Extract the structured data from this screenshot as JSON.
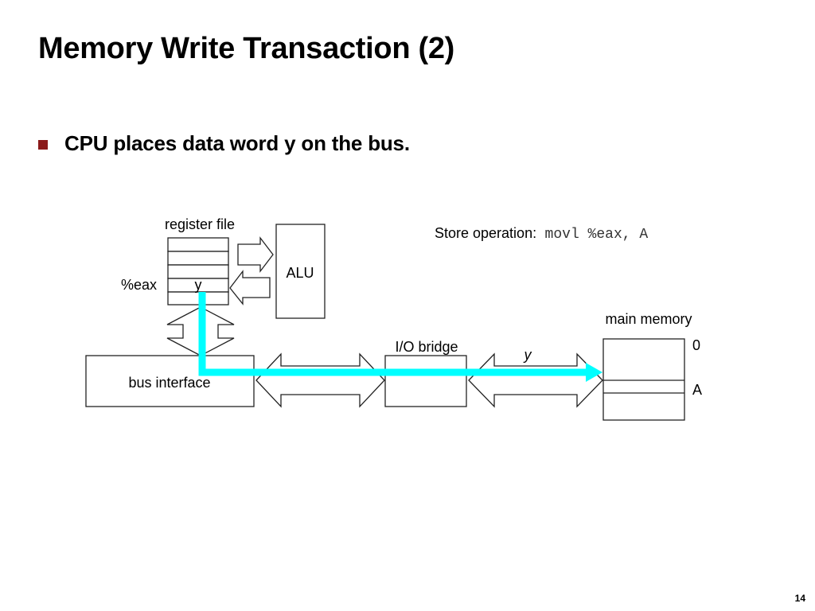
{
  "slide": {
    "title": "Memory Write Transaction (2)",
    "bullet": "CPU places data word y on the bus.",
    "page_number": "14"
  },
  "diagram": {
    "register_file_label": "register file",
    "register_name": "%eax",
    "register_value": "y",
    "alu_label": "ALU",
    "bus_interface_label": "bus interface",
    "io_bridge_label": "I/O bridge",
    "bus_data_label": "y",
    "main_memory_label": "main memory",
    "memory_address_zero": "0",
    "memory_address_a": "A",
    "store_operation_label": "Store operation:",
    "store_operation_code": "movl %eax, A"
  },
  "colors": {
    "bullet": "#8B1A1A",
    "data_path": "#00FFFF",
    "stroke": "#222222"
  }
}
